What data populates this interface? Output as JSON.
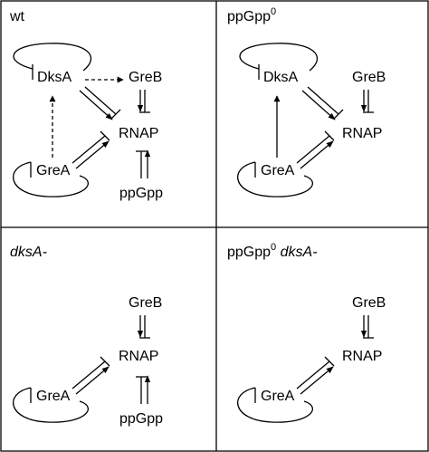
{
  "panels": [
    {
      "label": "wt",
      "label_sup": "",
      "label_tail": "",
      "nodes": {
        "dksa": "DksA",
        "greb": "GreB",
        "rnap": "RNAP",
        "grea": "GreA",
        "ppgpp": "ppGpp"
      }
    },
    {
      "label": "ppGpp",
      "label_sup": "0",
      "label_tail": "",
      "nodes": {
        "dksa": "DksA",
        "greb": "GreB",
        "rnap": "RNAP",
        "grea": "GreA"
      }
    },
    {
      "label": "dksA-",
      "label_sup": "",
      "label_tail": "",
      "nodes": {
        "greb": "GreB",
        "rnap": "RNAP",
        "grea": "GreA",
        "ppgpp": "ppGpp"
      }
    },
    {
      "label": "ppGpp",
      "label_sup": "0",
      "label_tail": " dksA-",
      "nodes": {
        "greb": "GreB",
        "rnap": "RNAP",
        "grea": "GreA"
      }
    }
  ]
}
